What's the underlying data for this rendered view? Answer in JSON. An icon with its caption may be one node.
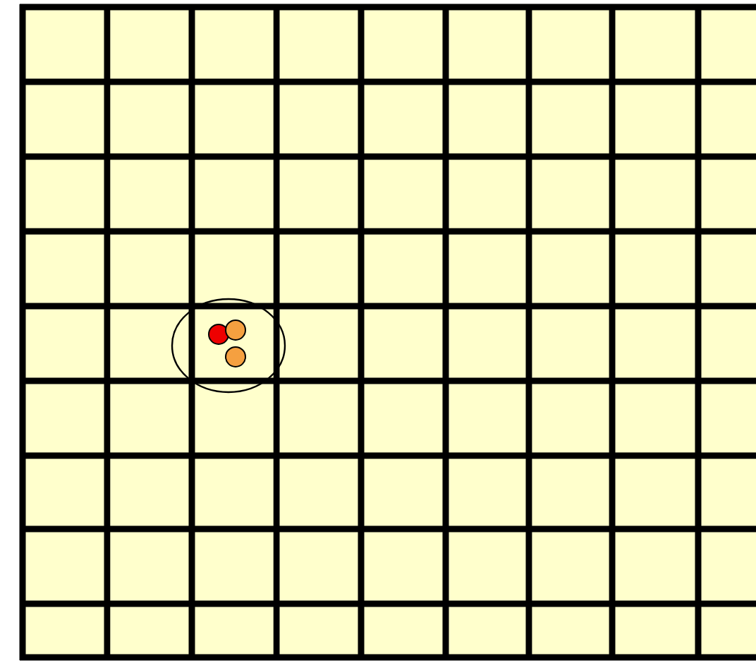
{
  "diagram": {
    "nodes": [
      {
        "text": [],
        "shape": "circle"
      },
      {
        "text": [],
        "shape": "circle",
        "in": 0
      },
      {
        "text": [],
        "shape": "circle",
        "in": 0
      },
      {
        "text": [],
        "shape": "circle",
        "in": 0
      }
    ]
  }
}
